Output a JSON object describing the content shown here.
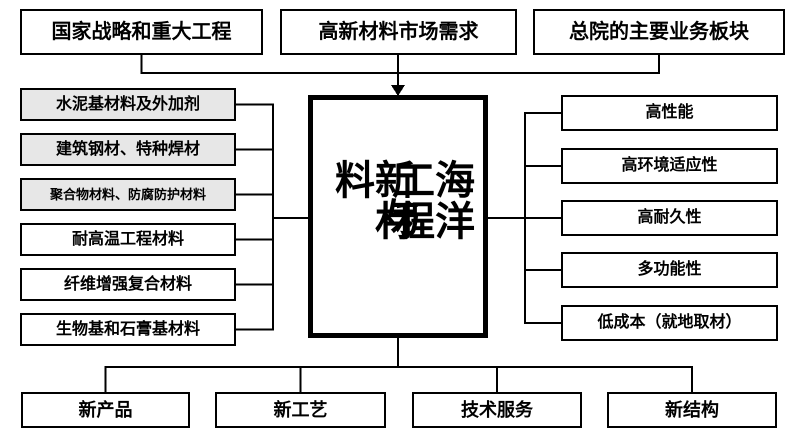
{
  "colors": {
    "line": "#000000",
    "border": "#000000",
    "box_bg": "#ffffff",
    "highlight_bg": "#e7e7e7",
    "text": "#000000"
  },
  "top_row": [
    {
      "label": "国家战略和重大工程"
    },
    {
      "label": "高新材料市场需求"
    },
    {
      "label": "总院的主要业务板块"
    }
  ],
  "center_box": {
    "column_right": "海洋工程",
    "column_middle": "与",
    "column_left": "新材料"
  },
  "left_column": [
    {
      "label": "水泥基材料及外加剂",
      "highlighted": true
    },
    {
      "label": "建筑钢材、特种焊材",
      "highlighted": true
    },
    {
      "label": "聚合物材料、防腐防护材料",
      "highlighted": true
    },
    {
      "label": "耐高温工程材料",
      "highlighted": false
    },
    {
      "label": "纤维增强复合材料",
      "highlighted": false
    },
    {
      "label": "生物基和石膏基材料",
      "highlighted": false
    }
  ],
  "right_column": [
    {
      "label": "高性能"
    },
    {
      "label": "高环境适应性"
    },
    {
      "label": "高耐久性"
    },
    {
      "label": "多功能性"
    },
    {
      "label": "低成本（就地取材）"
    }
  ],
  "bottom_row": [
    {
      "label": "新产品"
    },
    {
      "label": "新工艺"
    },
    {
      "label": "技术服务"
    },
    {
      "label": "新结构"
    }
  ]
}
